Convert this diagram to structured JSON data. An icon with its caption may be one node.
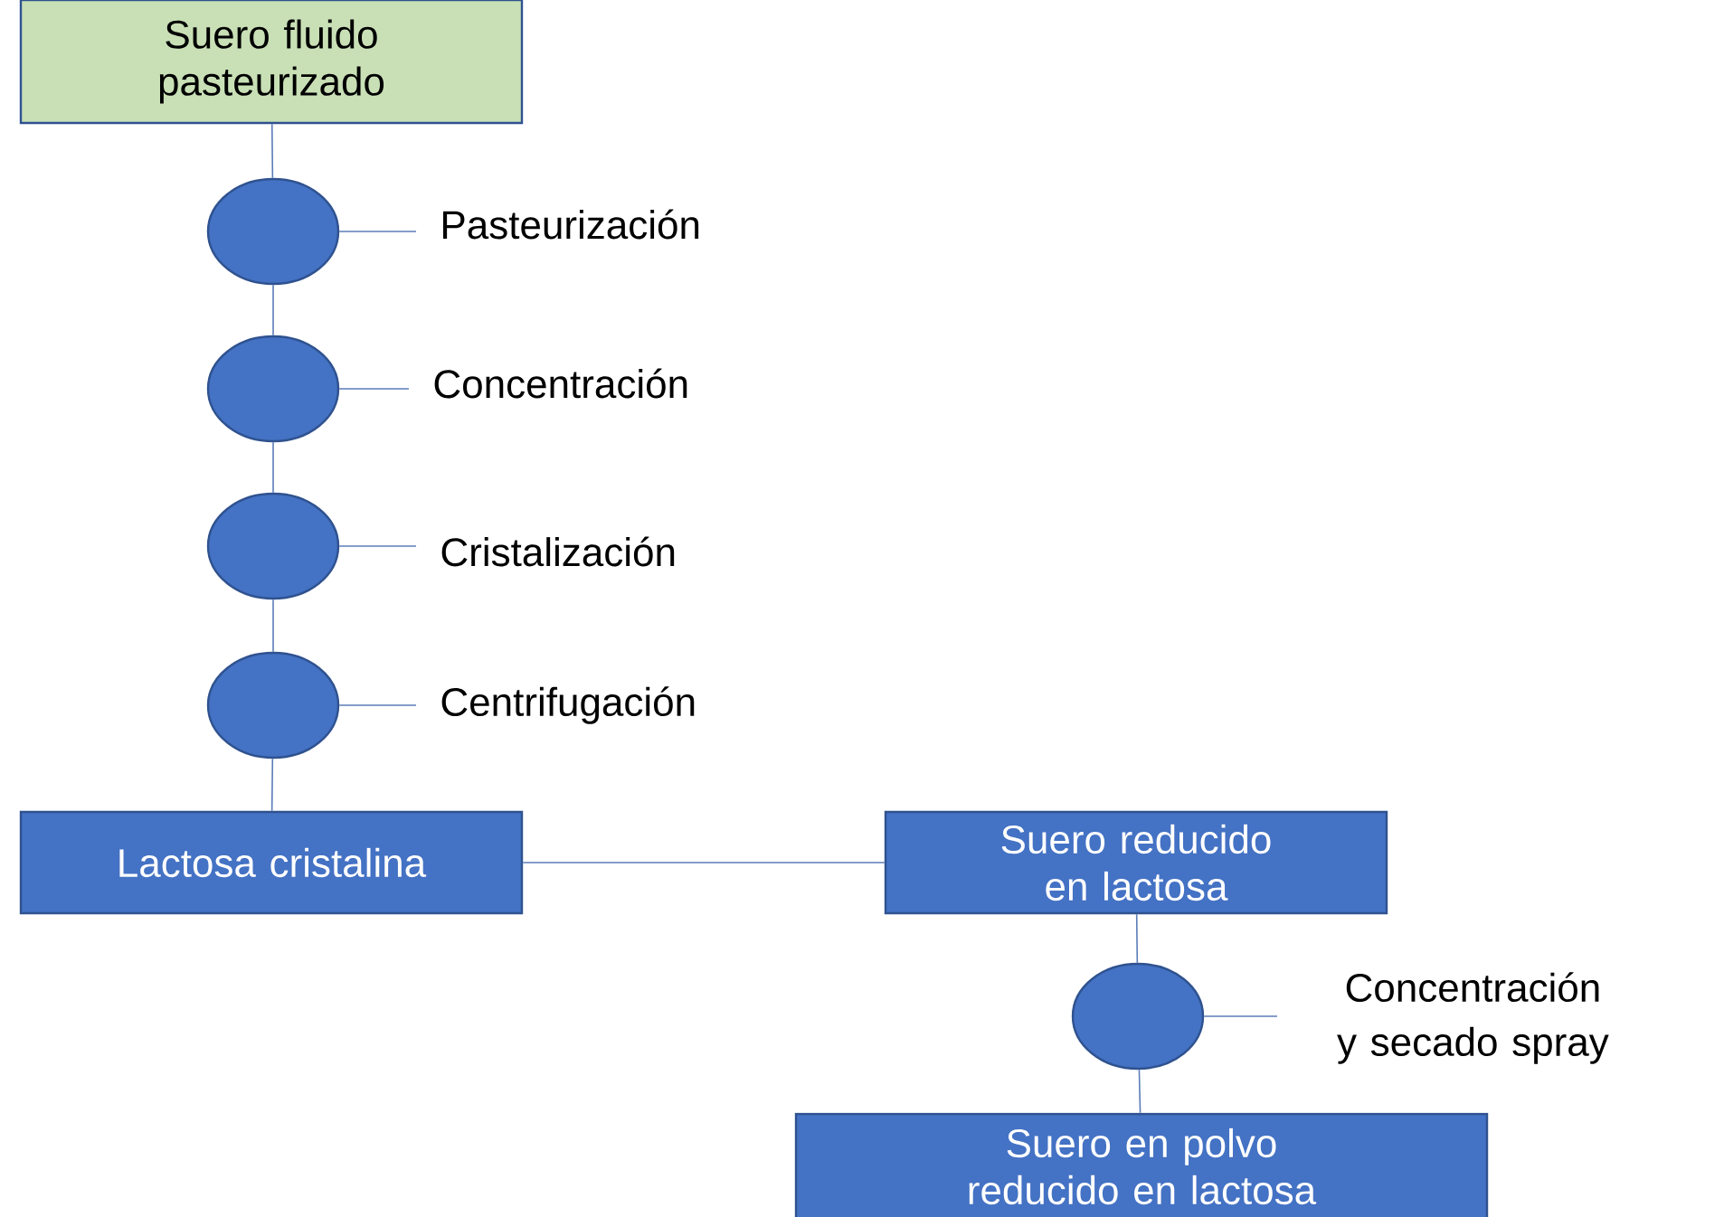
{
  "diagram": {
    "nodes": [
      {
        "text": [
          "Suero fluido pasteurizado"
        ]
      },
      {
        "text": [],
        "shape": "circle"
      },
      {
        "text": [
          "Pasteurización"
        ]
      },
      {
        "text": [],
        "shape": "circle"
      },
      {
        "text": [
          "Concentración"
        ]
      },
      {
        "text": [],
        "shape": "circle"
      },
      {
        "text": [
          "Cristalización"
        ]
      },
      {
        "text": [],
        "shape": "circle"
      },
      {
        "text": [
          "Centrifugación"
        ]
      },
      {
        "text": [
          "Lactosa cristalina"
        ]
      },
      {
        "text": [
          "Suero reducido en lactosa"
        ]
      },
      {
        "text": [],
        "shape": "circle"
      },
      {
        "text": [
          "Concentración y secado spray"
        ]
      },
      {
        "text": [
          "Suero en polvo reducido en lactosa"
        ]
      }
    ],
    "edges": [
      {
        "from": 0,
        "to": 1,
        "arrow": "none"
      },
      {
        "from": 1,
        "to": 3,
        "arrow": "none"
      },
      {
        "from": 3,
        "to": 5,
        "arrow": "none"
      },
      {
        "from": 5,
        "to": 7,
        "arrow": "none"
      },
      {
        "from": 7,
        "to": 9,
        "arrow": "none"
      },
      {
        "from": 1,
        "to": 2,
        "arrow": "none"
      },
      {
        "from": 3,
        "to": 4,
        "arrow": "none"
      },
      {
        "from": 5,
        "to": 6,
        "arrow": "none"
      },
      {
        "from": 7,
        "to": 8,
        "arrow": "none"
      },
      {
        "from": 9,
        "to": 10,
        "arrow": "none"
      },
      {
        "from": 10,
        "to": 11,
        "arrow": "none"
      },
      {
        "from": 11,
        "to": 12,
        "arrow": "none"
      },
      {
        "from": 11,
        "to": 13,
        "arrow": "none"
      }
    ]
  }
}
